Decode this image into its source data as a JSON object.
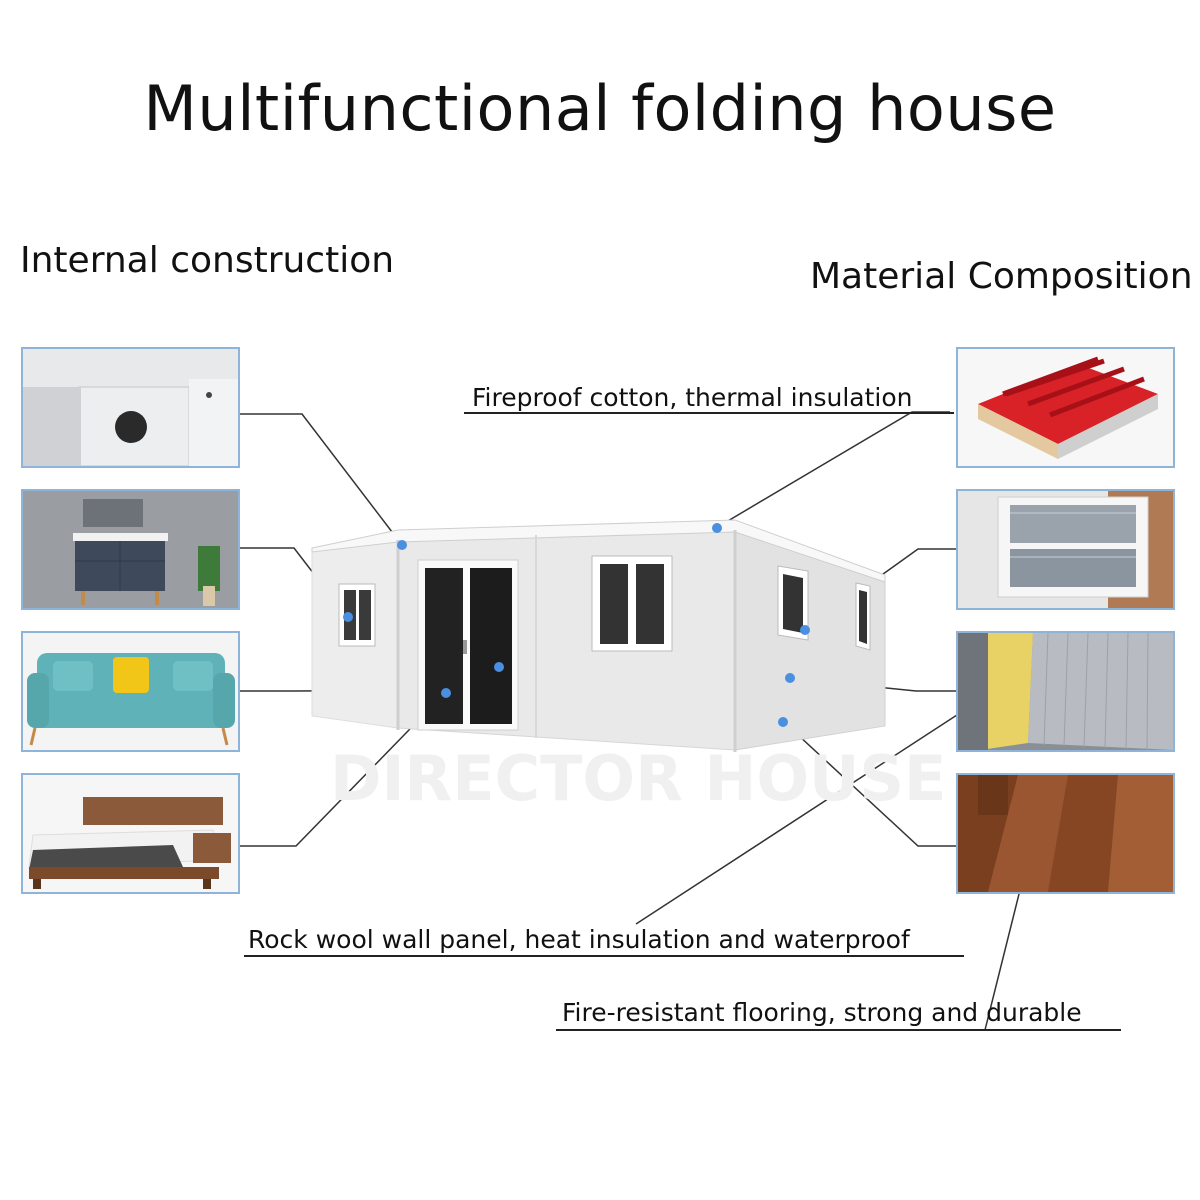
{
  "title": "Multifunctional folding house",
  "sections": {
    "left": "Internal construction",
    "right": "Material Composition"
  },
  "left_panels": [
    {
      "name": "wall-panel-photo"
    },
    {
      "name": "bathroom-cabinet-photo"
    },
    {
      "name": "sofa-photo"
    },
    {
      "name": "bed-photo"
    }
  ],
  "right_panels": [
    {
      "name": "red-sandwich-panel-photo"
    },
    {
      "name": "window-frame-photo"
    },
    {
      "name": "rock-wool-panel-photo"
    },
    {
      "name": "wood-floor-photo"
    }
  ],
  "callouts": {
    "fireproof": "Fireproof cotton, thermal insulation",
    "rockwool": "Rock wool wall panel, heat insulation and waterproof",
    "flooring": "Fire-resistant flooring, strong and durable"
  },
  "colors": {
    "marker": "#4a8fe0",
    "panel_border": "#8fb4d9",
    "sofa": "#5fb3b8",
    "pillow": "#f2c618",
    "roof_panel": "#d92128",
    "wood": "#8a4a24"
  }
}
